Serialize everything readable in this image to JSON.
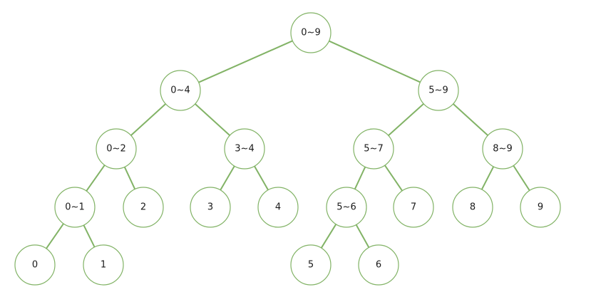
{
  "diagram": {
    "type": "segment-tree",
    "colors": {
      "stroke": "#82b366",
      "fill": "#ffffff",
      "text": "#1a1a1a"
    },
    "nodes": [
      {
        "id": "n0-9",
        "label": "0~9"
      },
      {
        "id": "n0-4",
        "label": "0~4"
      },
      {
        "id": "n5-9",
        "label": "5~9"
      },
      {
        "id": "n0-2",
        "label": "0~2"
      },
      {
        "id": "n3-4",
        "label": "3~4"
      },
      {
        "id": "n5-7",
        "label": "5~7"
      },
      {
        "id": "n8-9",
        "label": "8~9"
      },
      {
        "id": "n0-1",
        "label": "0~1"
      },
      {
        "id": "n2",
        "label": "2"
      },
      {
        "id": "n3",
        "label": "3"
      },
      {
        "id": "n4",
        "label": "4"
      },
      {
        "id": "n5-6",
        "label": "5~6"
      },
      {
        "id": "n7",
        "label": "7"
      },
      {
        "id": "n8",
        "label": "8"
      },
      {
        "id": "n9",
        "label": "9"
      },
      {
        "id": "n0",
        "label": "0"
      },
      {
        "id": "n1",
        "label": "1"
      },
      {
        "id": "n5",
        "label": "5"
      },
      {
        "id": "n6",
        "label": "6"
      }
    ],
    "edges": [
      {
        "from": "n0-9",
        "to": "n0-4"
      },
      {
        "from": "n0-9",
        "to": "n5-9"
      },
      {
        "from": "n0-4",
        "to": "n0-2"
      },
      {
        "from": "n0-4",
        "to": "n3-4"
      },
      {
        "from": "n5-9",
        "to": "n5-7"
      },
      {
        "from": "n5-9",
        "to": "n8-9"
      },
      {
        "from": "n0-2",
        "to": "n0-1"
      },
      {
        "from": "n0-2",
        "to": "n2"
      },
      {
        "from": "n3-4",
        "to": "n3"
      },
      {
        "from": "n3-4",
        "to": "n4"
      },
      {
        "from": "n5-7",
        "to": "n5-6"
      },
      {
        "from": "n5-7",
        "to": "n7"
      },
      {
        "from": "n8-9",
        "to": "n8"
      },
      {
        "from": "n8-9",
        "to": "n9"
      },
      {
        "from": "n0-1",
        "to": "n0"
      },
      {
        "from": "n0-1",
        "to": "n1"
      },
      {
        "from": "n5-6",
        "to": "n5"
      },
      {
        "from": "n5-6",
        "to": "n6"
      }
    ]
  }
}
